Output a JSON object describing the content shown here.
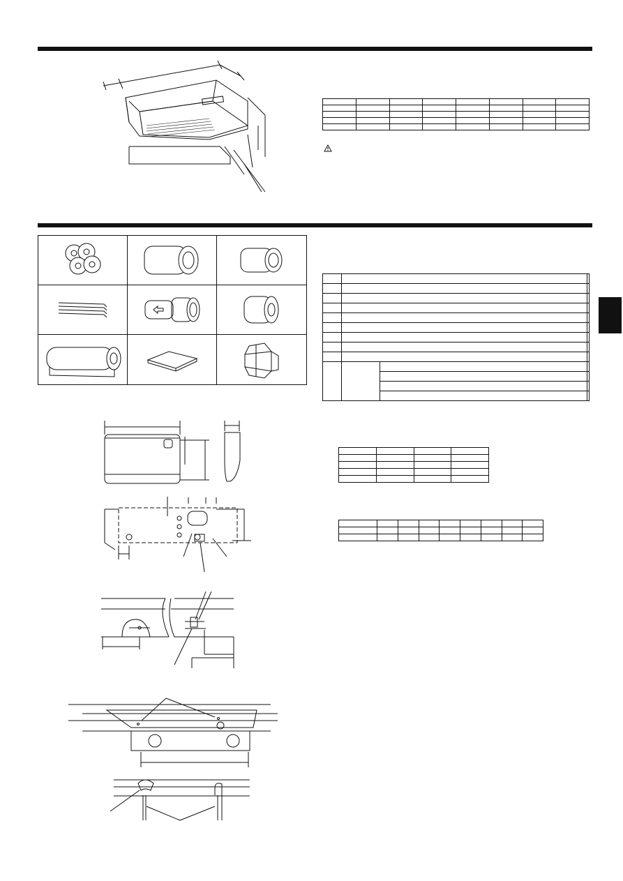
{
  "page": {
    "layout": "installation-manual page, line drawings only, no legible text"
  },
  "colors": {
    "ink": "#111111",
    "paper": "#ffffff"
  },
  "icons": [
    "warning-triangle-icon"
  ],
  "tables": {
    "spec_table": {
      "rows": 5,
      "cols": 8
    },
    "parts_table": {
      "rows": 13
    },
    "small_table_a": {
      "rows": 5,
      "cols": 4
    },
    "small_table_b": {
      "rows": 3,
      "cols": 10
    }
  }
}
